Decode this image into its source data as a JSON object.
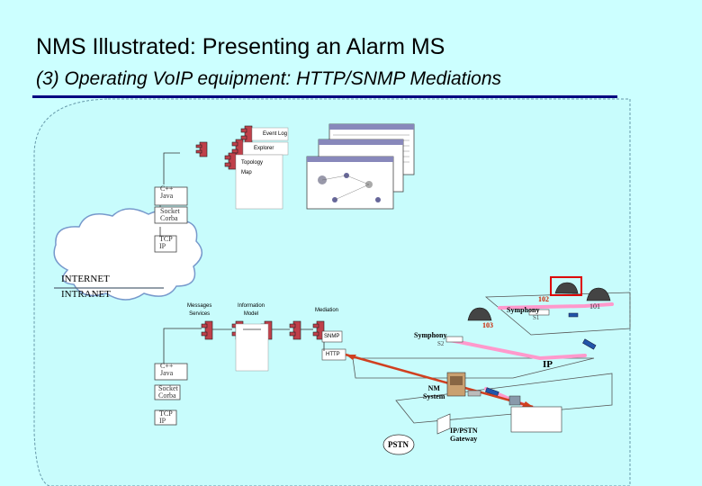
{
  "title": "NMS Illustrated: Presenting an Alarm MS",
  "subtitle": "(3) Operating VoIP equipment: HTTP/SNMP Mediations",
  "upper_stack": [
    "C++\nJava",
    "Socket\nCorba",
    "TCP\nIP"
  ],
  "lower_stack": [
    "C++\nJava",
    "Socket\nCorba",
    "TCP\nIP"
  ],
  "gui_components": [
    "Event Log",
    "Explorer",
    "Topology\nMap"
  ],
  "cloud_labels": [
    "INTERNET",
    "INTRANET"
  ],
  "server_components": [
    "Messages\nServices",
    "Information\nModel",
    "Mediation"
  ],
  "mediation_protocols": [
    "SNMP",
    "HTTP"
  ],
  "network": {
    "ip": "IP",
    "pstn": "PSTN",
    "nm_system": "NM\nSystem",
    "gateway": "IP/PSTN\nGateway",
    "symphony_top": "Symphony",
    "symphony_top_id": "S1",
    "symphony_mid": "Symphony",
    "symphony_mid_id": "S2",
    "phone_ids": [
      "102",
      "101",
      "103"
    ]
  },
  "colors": {
    "accent_line": "#000080",
    "component_red": "#c0404a",
    "gateway_link": "#d04020",
    "network_pink": "#ff99cc"
  }
}
